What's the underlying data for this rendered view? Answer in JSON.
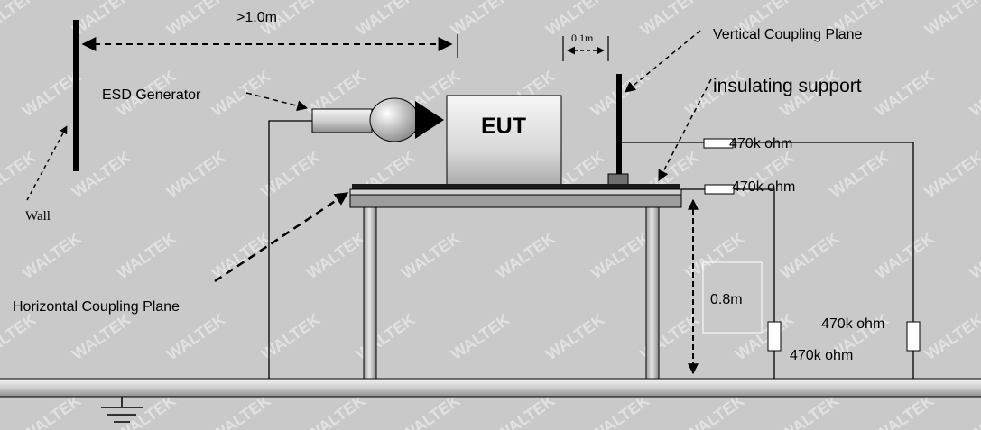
{
  "watermark": "WALTEK",
  "labels": {
    "distance_wall": ">1.0m",
    "distance_vcp": "0.1m",
    "vertical_plane": "Vertical Coupling Plane",
    "insulating_support": "insulating support",
    "esd_generator": "ESD Generator",
    "eut": "EUT",
    "wall": "Wall",
    "horizontal_plane": "Horizontal Coupling Plane",
    "height": "0.8m",
    "resistor_vcp": "470k ohm",
    "resistor_hcp": "470k ohm",
    "resistor_left_vertical": "470k ohm",
    "resistor_right_vertical": "470k ohm"
  },
  "colors": {
    "background": "#c9c9c9",
    "metal_light": "#f2f2f2",
    "metal_dark": "#8a8a8a",
    "line": "#000000",
    "resistor_fill": "#ffffff"
  }
}
